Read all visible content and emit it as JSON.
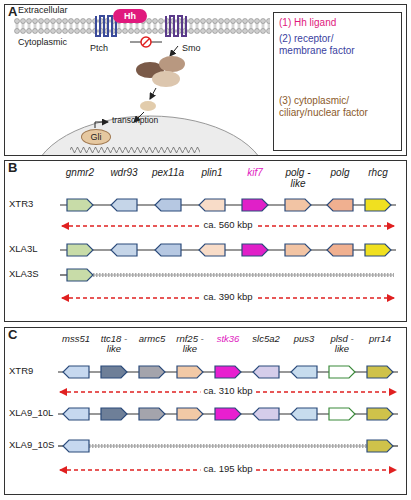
{
  "diagram": {
    "nodes": [
      {
        "text": [
          "A"
        ]
      },
      {
        "text": [
          "Hh"
        ],
        "in": 0
      },
      {
        "text": [
          "Gli"
        ],
        "in": 0
      },
      {
        "text": [
          "(1) Hh ligand",
          "(2) receptor/ membrane factor",
          "(3) cytoplasmic/ ciliary/nuclear factor"
        ],
        "in": 0
      },
      {
        "text": [
          "B"
        ]
      },
      {
        "text": [
          "C"
        ]
      }
    ],
    "labels": [
      "Extracellular",
      "Cytoplasmic",
      "Ptch",
      "Smo",
      "transcription",
      "gnmr2",
      "wdr93",
      "pex11a",
      "plin1",
      "kif7",
      "polg -like",
      "polg",
      "rhcg",
      "XTR3",
      "XLA3L",
      "XLA3S",
      "ca. 560 kbp",
      "ca. 390 kbp",
      "mss51",
      "ttc18 -like",
      "armc5",
      "rnf25 -like",
      "stk36",
      "slc5a2",
      "pus3",
      "plsd -like",
      "prr14",
      "XTR9",
      "XLA9_10L",
      "XLA9_10S",
      "ca. 310 kbp",
      "ca. 195 kbp"
    ]
  }
}
